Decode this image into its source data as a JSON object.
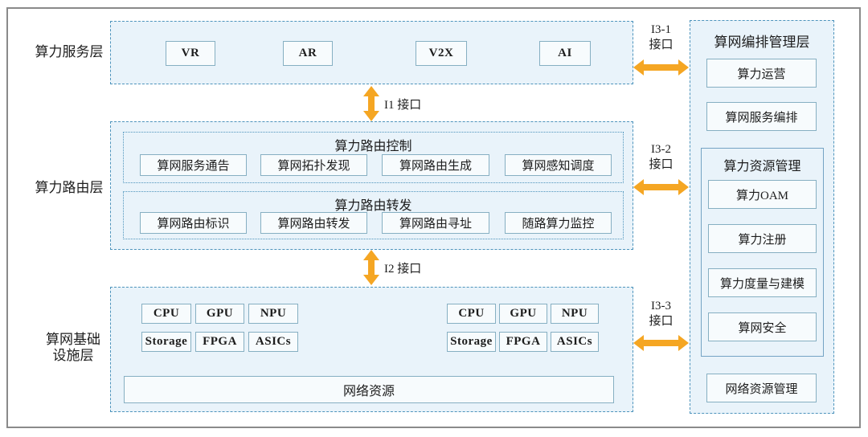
{
  "layers": {
    "service_label": "算力服务层",
    "routing_label": "算力路由层",
    "infra_label_line1": "算网基础",
    "infra_label_line2": "设施层"
  },
  "service_layer": {
    "apps": [
      "VR",
      "AR",
      "V2X",
      "AI"
    ]
  },
  "routing_layer": {
    "control": {
      "title": "算力路由控制",
      "items": [
        "算网服务通告",
        "算网拓扑发现",
        "算网路由生成",
        "算网感知调度"
      ]
    },
    "forwarding": {
      "title": "算力路由转发",
      "items": [
        "算网路由标识",
        "算网路由转发",
        "算网路由寻址",
        "随路算力监控"
      ]
    }
  },
  "infra_layer": {
    "cluster1": [
      "CPU",
      "GPU",
      "NPU",
      "Storage",
      "FPGA",
      "ASICs"
    ],
    "cluster2": [
      "CPU",
      "GPU",
      "NPU",
      "Storage",
      "FPGA",
      "ASICs"
    ],
    "network_resource": "网络资源"
  },
  "management_layer": {
    "title": "算网编排管理层",
    "boxes": [
      "算力运营",
      "算网服务编排"
    ],
    "resource_group": {
      "title": "算力资源管理",
      "items": [
        "算力OAM",
        "算力注册",
        "算力度量与建模",
        "算网安全"
      ]
    },
    "network_box": "网络资源管理"
  },
  "interfaces": {
    "i1": "I1 接口",
    "i2": "I2 接口",
    "i3_1_line1": "I3-1",
    "i3_1_line2": "接口",
    "i3_2_line1": "I3-2",
    "i3_2_line2": "接口",
    "i3_3_line1": "I3-3",
    "i3_3_line2": "接口"
  },
  "colors": {
    "panel_fill": "#e9f3fa",
    "box_fill": "#f7fbfd",
    "dashed_border": "#4e94bc",
    "box_border": "#86afc2",
    "group_border": "#74a3c4",
    "arrow": "#f5a623",
    "text": "#1d1d1d",
    "frame_border": "#8a8a8a"
  }
}
